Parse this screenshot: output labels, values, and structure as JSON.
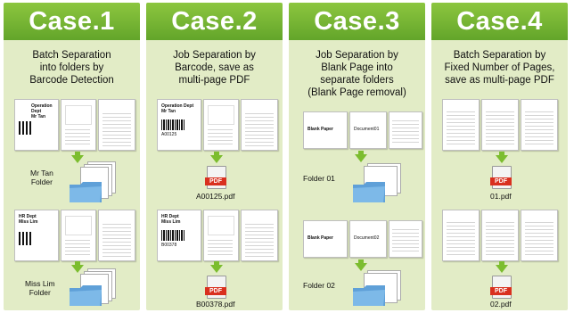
{
  "cases": [
    {
      "title": "Case.1",
      "desc": [
        "Batch Separation",
        "into folders by",
        "Barcode Detection"
      ],
      "doc1_label": [
        "Operation Dept",
        "Mr Tan"
      ],
      "doc2_label": [
        "HR Dept",
        "Miss Lim"
      ],
      "out1": [
        "Mr Tan",
        "Folder"
      ],
      "out2": [
        "Miss Lim",
        "Folder"
      ]
    },
    {
      "title": "Case.2",
      "desc": [
        "Job Separation by",
        "Barcode, save as",
        "multi-page PDF"
      ],
      "doc1_label": [
        "Operation Dept",
        "Mr Tan"
      ],
      "doc2_label": [
        "HR Dept",
        "Miss Lim"
      ],
      "code1": "A00125",
      "code2": "B00378",
      "out1": "A00125.pdf",
      "out2": "B00378.pdf",
      "pdf": "PDF"
    },
    {
      "title": "Case.3",
      "desc": [
        "Job Separation by",
        "Blank Page into",
        "separate folders",
        "(Blank Page removal)"
      ],
      "blank": "Blank Paper",
      "docA": "Document01",
      "docB": "Document02",
      "out1": "Folder 01",
      "out2": "Folder 02"
    },
    {
      "title": "Case.4",
      "desc": [
        "Batch Separation by",
        "Fixed Number of Pages,",
        "save as multi-page PDF"
      ],
      "out1": "01.pdf",
      "out2": "02.pdf",
      "pdf": "PDF"
    }
  ],
  "colors": {
    "header": "#74b536",
    "panel": "#e2ecc6",
    "arrow": "#7cbd2f",
    "pdf": "#d9301f",
    "folder": "#5fa0d8"
  }
}
